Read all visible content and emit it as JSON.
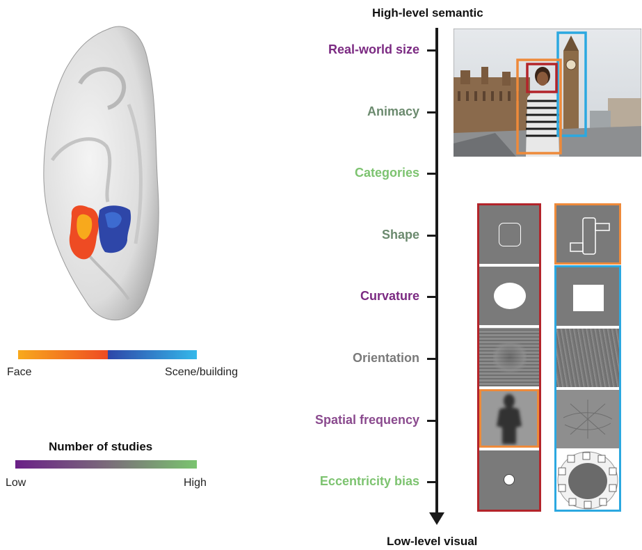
{
  "axis": {
    "top_label": "High-level semantic",
    "bottom_label": "Low-level visual"
  },
  "levels": [
    {
      "label": "Real-world size",
      "color": "#7b2a82"
    },
    {
      "label": "Animacy",
      "color": "#6b8a6e"
    },
    {
      "label": "Categories",
      "color": "#7dc370"
    },
    {
      "label": "Shape",
      "color": "#6b8a6e"
    },
    {
      "label": "Curvature",
      "color": "#7b2a82"
    },
    {
      "label": "Orientation",
      "color": "#7a7a7a"
    },
    {
      "label": "Spatial frequency",
      "color": "#8a4a8e"
    },
    {
      "label": "Eccentricity bias",
      "color": "#7dc370"
    }
  ],
  "category_legend": {
    "left": "Face",
    "right": "Scene/building",
    "colors": [
      "#f8a91c",
      "#ee4b23",
      "#2e46a8",
      "#34b8ea"
    ]
  },
  "studies_legend": {
    "title": "Number of studies",
    "low": "Low",
    "high": "High",
    "colors": [
      "#6a1f87",
      "#7ac46f"
    ]
  },
  "frame_colors": {
    "face": "#b3242a",
    "body": "#ee8a3a",
    "scene": "#2ba8e0"
  }
}
